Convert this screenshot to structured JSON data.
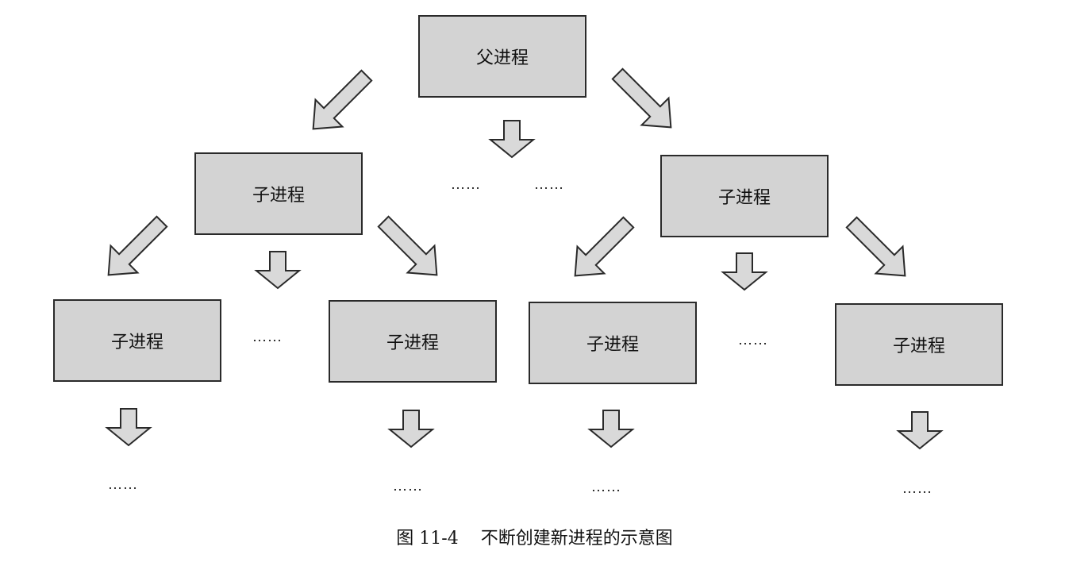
{
  "boxes": {
    "parent": "父进程",
    "child_left": "子进程",
    "child_right": "子进程",
    "grandchild_1": "子进程",
    "grandchild_2": "子进程",
    "grandchild_3": "子进程",
    "grandchild_4": "子进程"
  },
  "ellipsis": "……",
  "caption": {
    "figure_number": "图 11-4",
    "title": "不断创建新进程的示意图"
  },
  "colors": {
    "box_fill": "#d3d3d3",
    "arrow_fill": "#d9d9d9",
    "stroke": "#2a2a2a"
  }
}
